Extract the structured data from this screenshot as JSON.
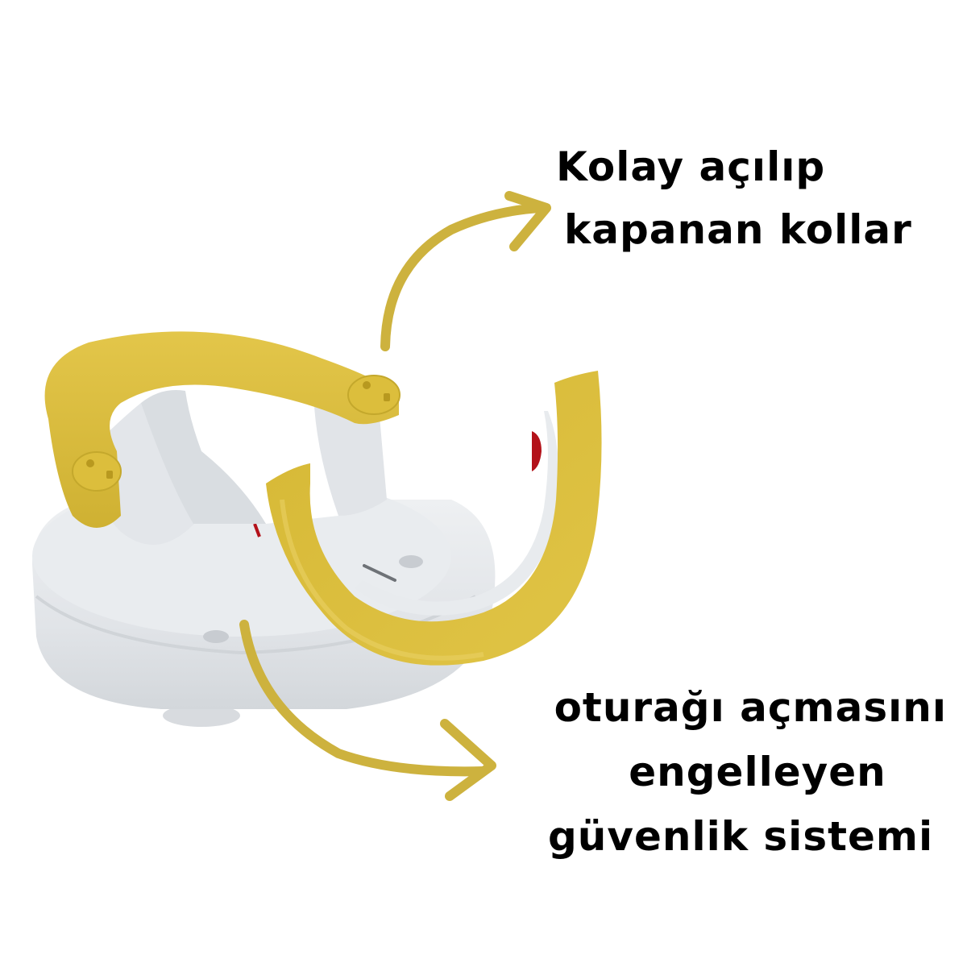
{
  "image": {
    "subject": "baby bath seat",
    "background_color": "#ffffff"
  },
  "colors": {
    "accent_yellow": "#D9BC3A",
    "arrow_gold": "#CDB23E",
    "seat_white": "#E6E9EC",
    "seat_shadow": "#C9CDD2",
    "safety_red": "#B3121A",
    "text": "#000000"
  },
  "callouts": [
    {
      "id": "arms",
      "lines": [
        "Kolay açılıp",
        "kapanan kollar"
      ],
      "arrow": "curved-arrow-up-right"
    },
    {
      "id": "safety",
      "lines": [
        "oturağı açmasını",
        "engelleyen",
        "güvenlik sistemi"
      ],
      "arrow": "curved-arrow-down-right"
    }
  ]
}
